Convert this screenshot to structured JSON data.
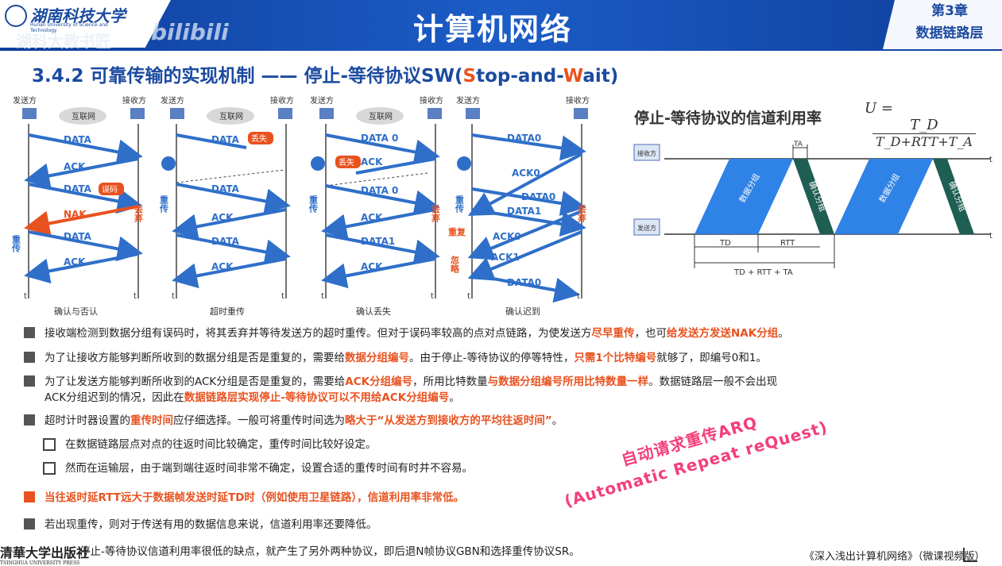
{
  "header": {
    "school_cn": "湖南科技大学",
    "school_en": "Hunan University of Science and Technology",
    "watermark": "湖科大教书匠",
    "bilibili": "bilibili",
    "title": "计算机网络",
    "chapter": "第3章",
    "chapter_name": "数据链路层"
  },
  "subtitle": {
    "prefix": "3.4.2 可靠传输的实现机制 —— 停止-等待协议SW(",
    "s": "S",
    "mid": "top-and-",
    "w": "W",
    "suffix": "ait)"
  },
  "diagrams": [
    {
      "sender": "发送方",
      "receiver": "接收方",
      "cloud": "互联网",
      "caption": "确认与否认",
      "msgs": [
        "DATA",
        "ACK",
        "DATA",
        "NAK",
        "DATA",
        "ACK"
      ],
      "tags": [
        "误码"
      ],
      "side": [
        "丢弃",
        "重传"
      ],
      "t": "t"
    },
    {
      "sender": "发送方",
      "receiver": "接收方",
      "cloud": "互联网",
      "caption": "超时重传",
      "msgs": [
        "DATA",
        "DATA",
        "ACK",
        "DATA",
        "ACK"
      ],
      "tags": [
        "丢失"
      ],
      "side": [
        "重传"
      ],
      "t": "t"
    },
    {
      "sender": "发送方",
      "receiver": "接收方",
      "cloud": "互联网",
      "caption": "确认丢失",
      "msgs": [
        "DATA 0",
        "ACK",
        "DATA 0",
        "ACK",
        "DATA1",
        "ACK"
      ],
      "tags": [
        "丢失"
      ],
      "side": [
        "丢弃",
        "重传"
      ],
      "t": "t"
    },
    {
      "sender": "发送方",
      "receiver": "接收方",
      "cloud": "",
      "caption": "确认迟到",
      "msgs": [
        "DATA0",
        "ACK0",
        "DATA0",
        "DATA1",
        "ACK0",
        "ACK1",
        "DATA0"
      ],
      "tags": [],
      "side": [
        "丢弃",
        "重传",
        "重复",
        "忽略"
      ],
      "t": "t"
    }
  ],
  "util": {
    "title": "停止-等待协议的信道利用率",
    "U": "U",
    "eq": "=",
    "num": "T_D",
    "den": "T_D+RTT+T_A",
    "receiver": "接收方",
    "sender": "发送方",
    "data_label": "数据分组",
    "ack_label": "确认分组",
    "ta": "TA",
    "td": "TD",
    "rtt": "RTT",
    "total": "TD + RTT + TA",
    "t": "t"
  },
  "bullets": [
    {
      "segs": [
        [
          "接收端检测到数据分组有误码时，将其丢弃并等待发送方的超时重传。但对于误码率较高的点对点链路，为使发送方",
          0
        ],
        [
          "尽早重传",
          1
        ],
        [
          "，也可",
          0
        ],
        [
          "给发送方发送NAK分组",
          1
        ],
        [
          "。",
          0
        ]
      ]
    },
    {
      "segs": [
        [
          "为了让接收方能够判断所收到的数据分组是否是重复的，需要给",
          0
        ],
        [
          "数据分组编号",
          1
        ],
        [
          "。由于停止-等待协议的停等特性，",
          0
        ],
        [
          "只需1个比特编号",
          1
        ],
        [
          "就够了，即编号0和1。",
          0
        ]
      ]
    },
    {
      "segs": [
        [
          "为了让发送方能够判断所收到的ACK分组是否是重复的，需要给",
          0
        ],
        [
          "ACK分组编号",
          1
        ],
        [
          "，所用比特数量",
          0
        ],
        [
          "与数据分组编号所用比特数量一样",
          1
        ],
        [
          "。数据链路层一般不会出现",
          0
        ]
      ]
    },
    {
      "segs": [
        [
          "ACK分组迟到的情况，因此在",
          0
        ],
        [
          "数据链路层实现停止-等待协议可以不用给ACK分组编号",
          1
        ],
        [
          "。",
          0
        ]
      ]
    },
    {
      "segs": [
        [
          "超时计时器设置的",
          0
        ],
        [
          "重传时间",
          1
        ],
        [
          "应仔细选择。一般可将重传时间选为",
          0
        ],
        [
          "略大于",
          1
        ],
        [
          "“从发送方到接收方的平均往返时间”",
          1
        ],
        [
          "。",
          0
        ]
      ]
    },
    {
      "segs": [
        [
          "在数据链路层点对点的往返时间比较确定，重传时间比较好设定。",
          0
        ]
      ]
    },
    {
      "segs": [
        [
          "然而在运输层，由于端到端往返时间非常不确定，设置合适的重传时间有时并不容易。",
          0
        ]
      ]
    },
    {
      "segs": [
        [
          "当往返时延RTT远大于数据帧发送时延TD时（例如使用卫星链路），信道利用率非常低。",
          1
        ]
      ]
    },
    {
      "segs": [
        [
          "若出现重传，则对于传送有用的数据信息来说，信道利用率还要降低。",
          0
        ]
      ]
    },
    {
      "segs": [
        [
          "停止-等待协议信道利用率很低的缺点，就产生了另外两种协议，即后退N帧协议GBN和选择重传协议SR。",
          0
        ]
      ]
    }
  ],
  "arq": {
    "cn": "自动请求重传ARQ",
    "en": "(Automatic Repeat reQuest)"
  },
  "footer": {
    "publisher": "清華大学出版社",
    "publisher_en": "TSINGHUA UNIVERSITY PRESS",
    "book": "《深入浅出计算机网络》（微课视频版）"
  },
  "colors": {
    "blue": "#2f6fc9",
    "orange": "#e8521f",
    "green": "#1f5e52",
    "title": "#1b4aa0"
  }
}
